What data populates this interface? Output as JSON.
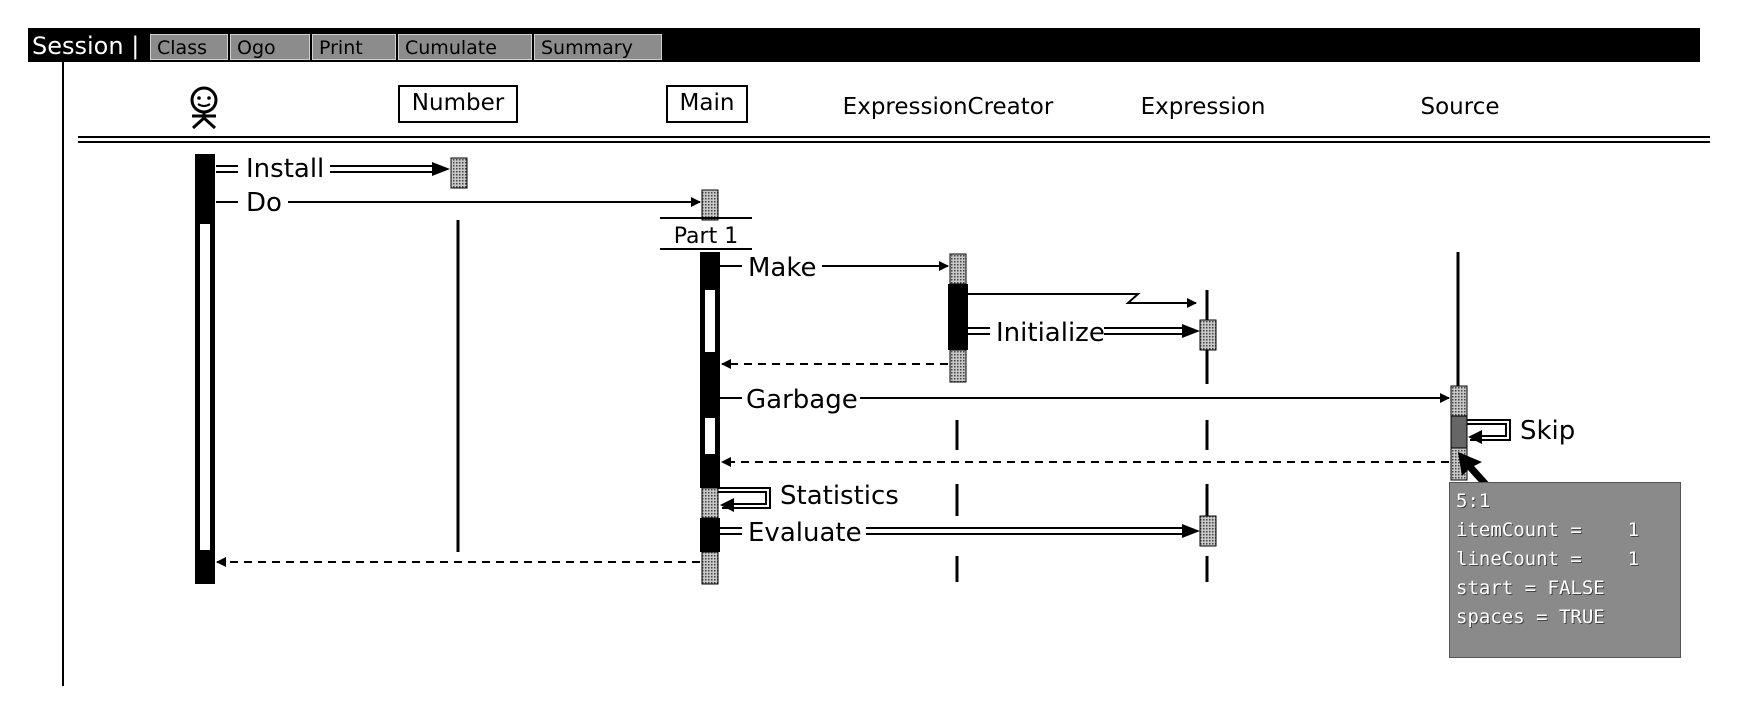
{
  "menu": {
    "session": "Session |",
    "tabs": [
      "Class",
      "Ogo",
      "Print",
      "Cumulate",
      "Summary"
    ]
  },
  "objects": {
    "actor": "actor-icon",
    "number": "Number",
    "main": "Main",
    "expression_creator": "ExpressionCreator",
    "expression": "Expression",
    "source": "Source"
  },
  "fragment": {
    "part": "Part 1"
  },
  "messages": {
    "install": "Install",
    "do": "Do",
    "make": "Make",
    "initialize": "Initialize",
    "garbage": "Garbage",
    "skip": "Skip",
    "statistics": "Statistics",
    "evaluate": "Evaluate"
  },
  "popup": {
    "lines": [
      "5:1",
      "itemCount =    1",
      "lineCount =    1",
      "start = FALSE",
      "spaces = TRUE"
    ]
  },
  "colors": {
    "bar": "#000000",
    "activation_light": "#9a9a9a",
    "popup_bg": "#8a8a8a"
  }
}
